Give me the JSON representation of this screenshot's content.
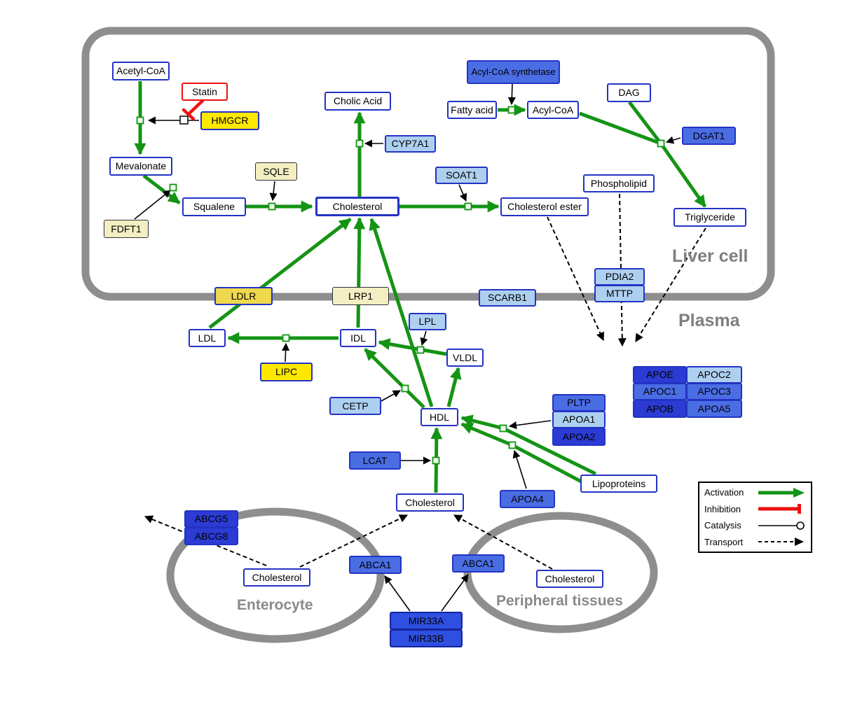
{
  "regions": {
    "liver": "Liver cell",
    "plasma": "Plasma",
    "enterocyte": "Enterocyte",
    "peripheral": "Peripheral tissues"
  },
  "nodes": [
    {
      "id": "acetyl_coa",
      "label": "Acetyl-CoA",
      "kind": "metabolite"
    },
    {
      "id": "statin",
      "label": "Statin",
      "kind": "drug"
    },
    {
      "id": "hmgcr",
      "label": "HMGCR",
      "kind": "gene-yellow"
    },
    {
      "id": "mevalonate",
      "label": "Mevalonate",
      "kind": "metabolite"
    },
    {
      "id": "sqle",
      "label": "SQLE",
      "kind": "gene-pale"
    },
    {
      "id": "fdft1",
      "label": "FDFT1",
      "kind": "gene-pale"
    },
    {
      "id": "squalene",
      "label": "Squalene",
      "kind": "metabolite"
    },
    {
      "id": "cholesterol_liver",
      "label": "Cholesterol",
      "kind": "metabolite"
    },
    {
      "id": "cholic_acid",
      "label": "Cholic Acid",
      "kind": "metabolite"
    },
    {
      "id": "cyp7a1",
      "label": "CYP7A1",
      "kind": "gene-lightblue"
    },
    {
      "id": "soat1",
      "label": "SOAT1",
      "kind": "gene-lightblue"
    },
    {
      "id": "cholesterol_ester",
      "label": "Cholesterol ester",
      "kind": "metabolite"
    },
    {
      "id": "acyl_coa_synthetase",
      "label": "Acyl-CoA synthetase",
      "kind": "gene-midblue"
    },
    {
      "id": "fatty_acid",
      "label": "Fatty acid",
      "kind": "metabolite"
    },
    {
      "id": "acyl_coa",
      "label": "Acyl-CoA",
      "kind": "metabolite"
    },
    {
      "id": "dag",
      "label": "DAG",
      "kind": "metabolite"
    },
    {
      "id": "dgat1",
      "label": "DGAT1",
      "kind": "gene-midblue"
    },
    {
      "id": "phospholipid",
      "label": "Phospholipid",
      "kind": "metabolite"
    },
    {
      "id": "triglyceride",
      "label": "Triglyceride",
      "kind": "metabolite"
    },
    {
      "id": "ldlr",
      "label": "LDLR",
      "kind": "gene-yellow-mid"
    },
    {
      "id": "lrp1",
      "label": "LRP1",
      "kind": "gene-pale"
    },
    {
      "id": "scarb1",
      "label": "SCARB1",
      "kind": "gene-lightblue"
    },
    {
      "id": "pdia2",
      "label": "PDIA2",
      "kind": "gene-lightblue"
    },
    {
      "id": "mttp",
      "label": "MTTP",
      "kind": "gene-lightblue"
    },
    {
      "id": "ldl",
      "label": "LDL",
      "kind": "metabolite"
    },
    {
      "id": "idl",
      "label": "IDL",
      "kind": "metabolite"
    },
    {
      "id": "lpl",
      "label": "LPL",
      "kind": "gene-lightblue"
    },
    {
      "id": "vldl",
      "label": "VLDL",
      "kind": "metabolite"
    },
    {
      "id": "lipc",
      "label": "LIPC",
      "kind": "gene-yellow"
    },
    {
      "id": "cetp",
      "label": "CETP",
      "kind": "gene-lightblue"
    },
    {
      "id": "hdl",
      "label": "HDL",
      "kind": "metabolite"
    },
    {
      "id": "pltp",
      "label": "PLTP",
      "kind": "gene-midblue"
    },
    {
      "id": "apoa1",
      "label": "APOA1",
      "kind": "gene-lightblue"
    },
    {
      "id": "apoa2",
      "label": "APOA2",
      "kind": "gene-darkblue"
    },
    {
      "id": "lcat",
      "label": "LCAT",
      "kind": "gene-midblue"
    },
    {
      "id": "apoa4",
      "label": "APOA4",
      "kind": "gene-midblue"
    },
    {
      "id": "lipoproteins",
      "label": "Lipoproteins",
      "kind": "metabolite"
    },
    {
      "id": "cholesterol_plasma",
      "label": "Cholesterol",
      "kind": "metabolite"
    },
    {
      "id": "apoe",
      "label": "APOE",
      "kind": "gene-darkblue"
    },
    {
      "id": "apoc2",
      "label": "APOC2",
      "kind": "gene-lightblue"
    },
    {
      "id": "apoc1",
      "label": "APOC1",
      "kind": "gene-midblue"
    },
    {
      "id": "apoc3",
      "label": "APOC3",
      "kind": "gene-midblue"
    },
    {
      "id": "apob",
      "label": "APOB",
      "kind": "gene-darkblue"
    },
    {
      "id": "apoa5",
      "label": "APOA5",
      "kind": "gene-midblue"
    },
    {
      "id": "abcg5",
      "label": "ABCG5",
      "kind": "gene-darkblue"
    },
    {
      "id": "abcg8",
      "label": "ABCG8",
      "kind": "gene-darkblue"
    },
    {
      "id": "cholesterol_enterocyte",
      "label": "Cholesterol",
      "kind": "metabolite"
    },
    {
      "id": "abca1_enterocyte",
      "label": "ABCA1",
      "kind": "gene-midblue"
    },
    {
      "id": "abca1_peripheral",
      "label": "ABCA1",
      "kind": "gene-midblue"
    },
    {
      "id": "cholesterol_peripheral",
      "label": "Cholesterol",
      "kind": "metabolite"
    },
    {
      "id": "mir33a",
      "label": "MIR33A",
      "kind": "gene-mir"
    },
    {
      "id": "mir33b",
      "label": "MIR33B",
      "kind": "gene-mir"
    }
  ],
  "legend": {
    "items": [
      {
        "label": "Activation",
        "kind": "activation"
      },
      {
        "label": "Inhibition",
        "kind": "inhibition"
      },
      {
        "label": "Catalysis",
        "kind": "catalysis"
      },
      {
        "label": "Transport",
        "kind": "transport"
      }
    ]
  },
  "colors": {
    "activation_green": "#149414",
    "inhibition_red": "#ee1111",
    "membrane_gray": "#8e8e8e",
    "metabolite_border_blue": "#2333c4",
    "gene_bright_yellow": "#ffe800",
    "gene_mid_yellow": "#eed94e",
    "gene_pale_yellow": "#f3efc2",
    "gene_light_blue": "#aed0f0",
    "gene_mid_blue": "#4a6de4",
    "gene_dark_blue": "#2b3bd4",
    "mir_blue": "#2e4fe0"
  }
}
